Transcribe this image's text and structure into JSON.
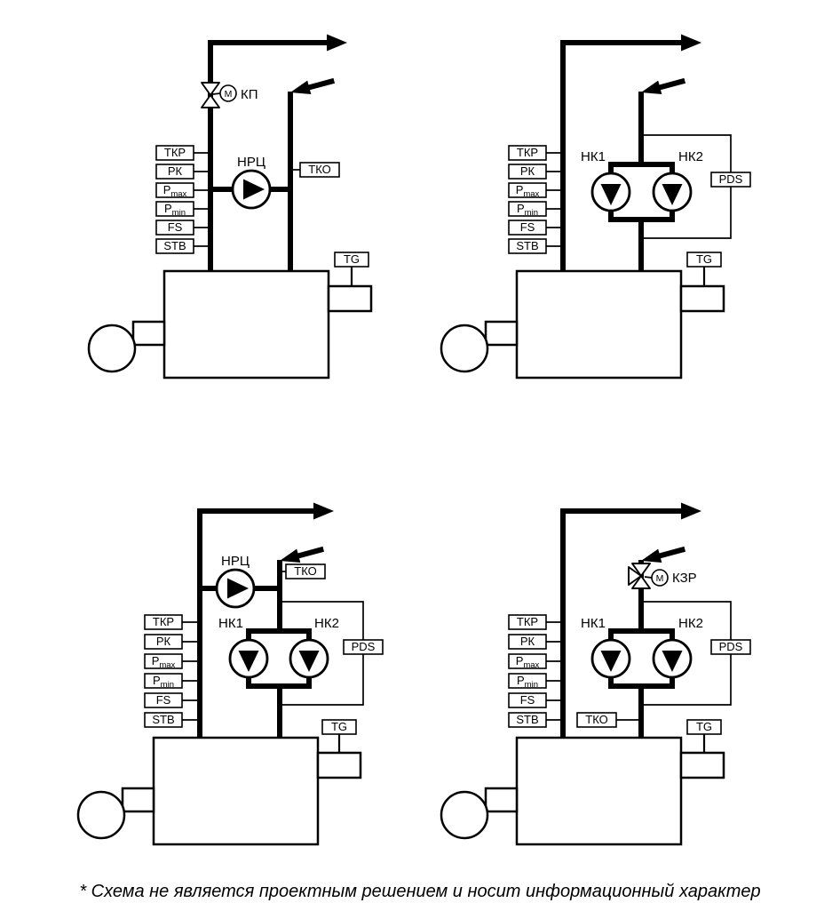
{
  "caption": "* Схема не является проектным решением и носит информационный характер",
  "sensors": {
    "tkr": "ТКР",
    "rk": "РК",
    "p": "P",
    "max": "max",
    "min": "min",
    "fs": "FS",
    "stb": "STB"
  },
  "labels": {
    "kp": "КП",
    "kzr": "КЗР",
    "motor": "М",
    "nrc": "НРЦ",
    "nk1": "НК1",
    "nk2": "НК2",
    "tko": "ТКО",
    "tg": "TG",
    "pds": "PDS"
  }
}
